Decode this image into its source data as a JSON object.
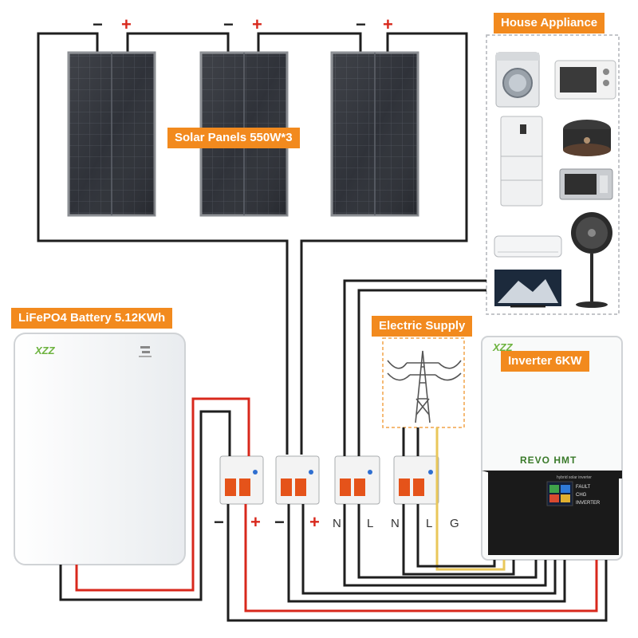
{
  "labels": {
    "solar": "Solar Panels 550W*3",
    "appliance": "House Appliance",
    "battery": "LiFePO4 Battery 5.12KWh",
    "supply": "Electric Supply",
    "inverter": "Inverter 6KW"
  },
  "panel_signs": {
    "negative": "−",
    "positive": "+"
  },
  "battery_brand": "XZZ",
  "inverter_brand": "XZZ",
  "inverter_model": "REVO HMT",
  "inverter_subtext": "hybrid solar inverter",
  "inverter_status": [
    "FAULT",
    "CHG",
    "INVERTER"
  ],
  "breaker_terminals": [
    "−",
    "+",
    "−",
    "+",
    "N",
    "L",
    "N",
    "L",
    "G"
  ],
  "colors": {
    "accent": "#f28a1e",
    "wire_black": "#1e1e1e",
    "wire_red": "#d8281c",
    "wire_yellow": "#e9c75a",
    "panel": "#2a2d33"
  },
  "appliances": [
    "washing-machine",
    "toaster-oven",
    "refrigerator",
    "rice-cooker",
    "microwave",
    "stand-fan",
    "air-conditioner",
    "television"
  ]
}
